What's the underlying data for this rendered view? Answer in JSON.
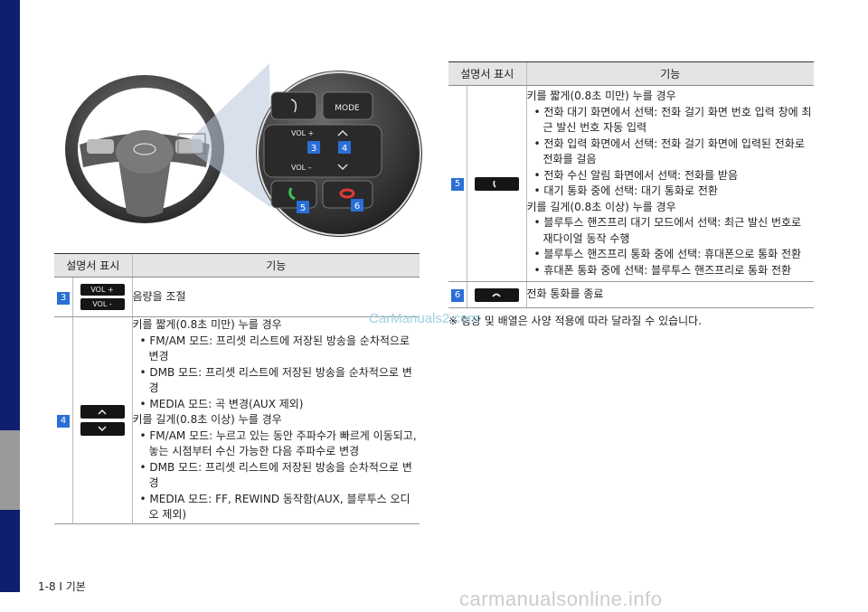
{
  "footer": {
    "page": "1-8 I 기본"
  },
  "watermarks": {
    "top": "CarManuals2.com",
    "bottom": "carmanualsonline.info"
  },
  "columns": {
    "display": "설명서 표시",
    "function": "기능"
  },
  "left_table": {
    "rows": [
      {
        "num": "3",
        "keys": [
          "VOL +",
          "VOL -"
        ],
        "simple": "음량을 조절"
      },
      {
        "num": "4",
        "icons": [
          "chevron-up-icon",
          "chevron-down-icon"
        ],
        "p1": "키를 짧게(0.8초 미만) 누를 경우",
        "b1": [
          "FM/AM 모드: 프리셋 리스트에 저장된 방송을 순차적으로 변경",
          "DMB 모드: 프리셋 리스트에 저장된 방송을 순차적으로 변경",
          "MEDIA 모드: 곡 변경(AUX 제외)"
        ],
        "p2": "키를 길게(0.8초 이상) 누를 경우",
        "b2": [
          "FM/AM 모드: 누르고 있는 동안 주파수가 빠르게 이동되고, 놓는 시점부터 수신 가능한 다음 주파수로 변경",
          "DMB 모드: 프리셋 리스트에 저장된 방송을 순차적으로 변경",
          "MEDIA 모드: FF, REWIND 동작함(AUX, 블루투스 오디오 제외)"
        ]
      }
    ]
  },
  "right_table": {
    "rows": [
      {
        "num": "5",
        "icon": "call-icon",
        "p1": "키를 짧게(0.8초 미만) 누를 경우",
        "b1": [
          "전화 대기 화면에서 선택: 전화 걸기 화면 번호 입력 창에 최근 발신 번호 자동 입력",
          "전화 입력 화면에서 선택: 전화 걸기 화면에 입력된 전화로 전화를 걸음",
          "전화 수신 알림 화면에서 선택: 전화를 받음",
          "대기 통화 중에 선택: 대기 통화로 전환"
        ],
        "p2": "키를 길게(0.8초 이상) 누를 경우",
        "b2": [
          "블루투스 핸즈프리 대기 모드에서 선택: 최근 발신 번호로 재다이얼 동작 수행",
          "블루투스 핸즈프리 통화 중에 선택: 휴대폰으로 통화 전환",
          "휴대폰 통화 중에 선택: 블루투스 핸즈프리로 통화 전환"
        ]
      },
      {
        "num": "6",
        "icon": "end-call-icon",
        "simple": "전화 통화를 종료"
      }
    ]
  },
  "note": "※ 형상 및 배열은 사양 적용에 따라 달라질 수 있습니다.",
  "illustration": {
    "mode": "MODE",
    "vol_up": "VOL +",
    "vol_down": "VOL –",
    "callouts": [
      "3",
      "4",
      "5",
      "6"
    ]
  }
}
